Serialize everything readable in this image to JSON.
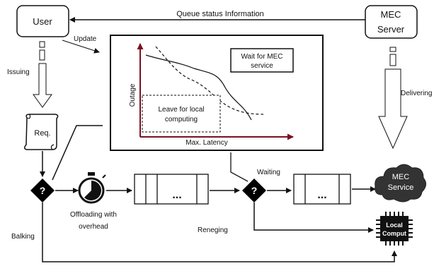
{
  "nodes": {
    "user": "User",
    "mec_server_line1": "MEC",
    "mec_server_line2": "Server",
    "request": "Req.",
    "decision1": "?",
    "decision2": "?",
    "queue1_dots": "...",
    "queue2_dots": "...",
    "mec_service_line1": "MEC",
    "mec_service_line2": "Service",
    "local_compute_line1": "Local",
    "local_compute_line2": "Comput"
  },
  "edges": {
    "queue_status": "Queue status Information",
    "update": "Update",
    "issuing": "Issuing",
    "delivering": "Delivering",
    "waiting": "Waiting",
    "offloading_line1": "Offloading with",
    "offloading_line2": "overhead",
    "reneging": "Reneging",
    "balking": "Balking"
  },
  "inset": {
    "ylabel": "Outage",
    "xlabel": "Max. Latency",
    "wait_box_line1": "Wait for MEC",
    "wait_box_line2": "service",
    "leave_box_line1": "Leave for local",
    "leave_box_line2": "computing"
  },
  "colors": {
    "axis": "#7a1020",
    "stroke": "#111111",
    "diamond": "#000000",
    "cloud": "#333333",
    "chip": "#111111"
  }
}
